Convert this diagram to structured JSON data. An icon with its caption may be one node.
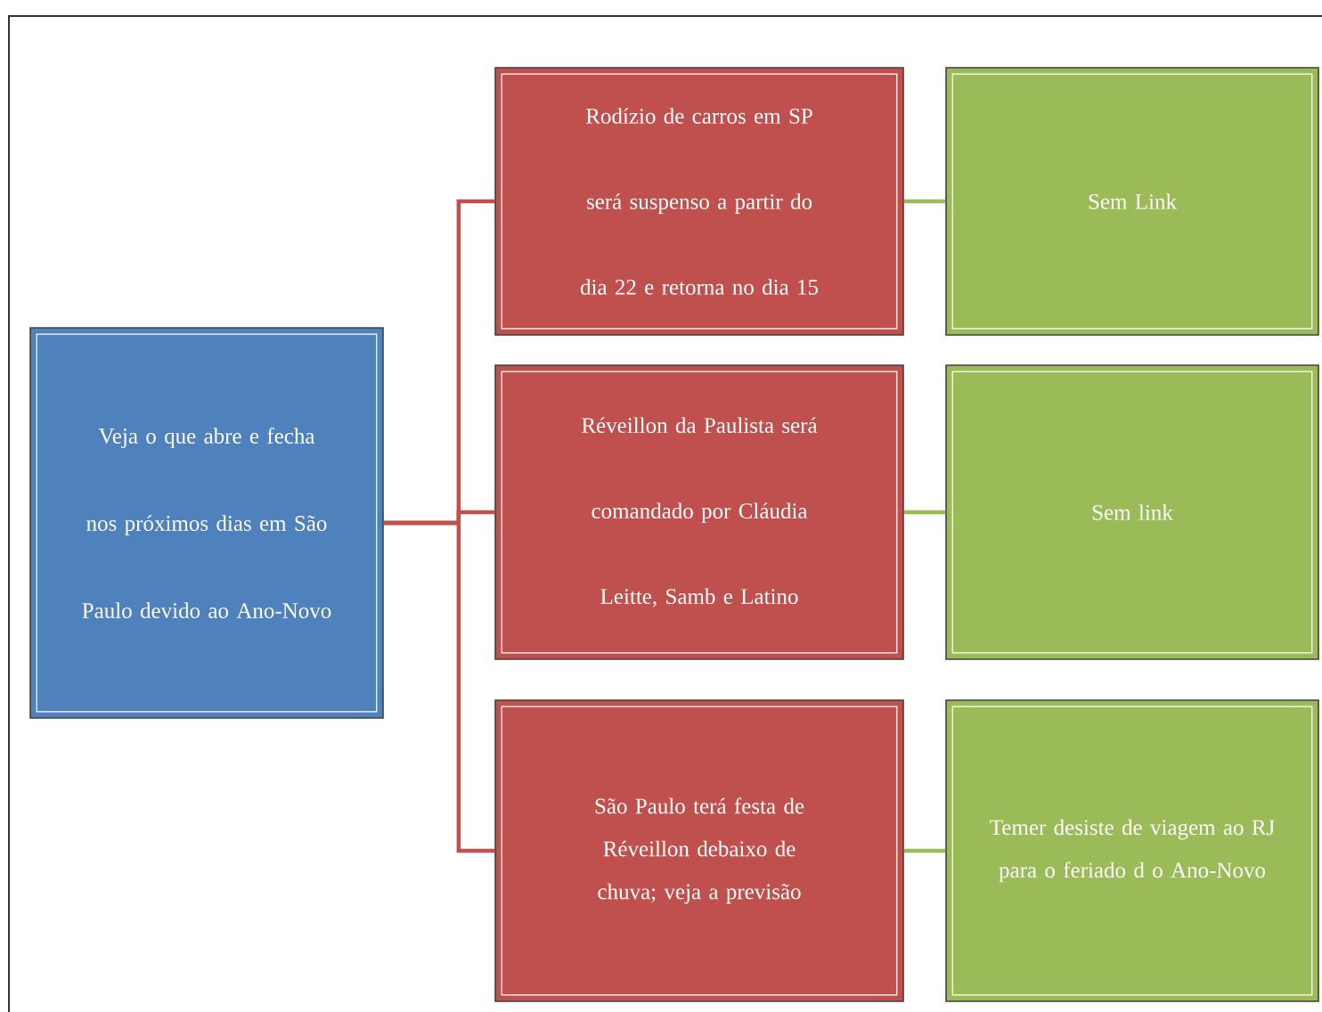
{
  "diagram": {
    "nodes": [
      {
        "text": [
          "Veja o que abre e fecha nos próximos dias em São Paulo devido ao Ano-Novo"
        ]
      },
      {
        "text": [
          "Rodízio de carros em SP será suspenso a partir do dia 22 e retorna no dia 15"
        ]
      },
      {
        "text": [
          "Réveillon da Paulista será comandado por Cláudia Leitte, Samb e Latino"
        ]
      },
      {
        "text": [
          "São Paulo terá festa de Réveillon debaixo de chuva; veja a previsão"
        ]
      },
      {
        "text": [
          "Sem Link"
        ]
      },
      {
        "text": [
          "Sem link"
        ]
      },
      {
        "text": [
          "Temer desiste de viagem ao RJ para o feriado d o Ano-Novo"
        ]
      }
    ],
    "edges": [
      {
        "from": 0,
        "to": 1,
        "arrow": "none",
        "color": "#c0504d"
      },
      {
        "from": 0,
        "to": 2,
        "arrow": "none",
        "color": "#c0504d"
      },
      {
        "from": 0,
        "to": 3,
        "arrow": "none",
        "color": "#c0504d"
      },
      {
        "from": 1,
        "to": 4,
        "arrow": "none",
        "color": "#9bbb59"
      },
      {
        "from": 2,
        "to": 5,
        "arrow": "none",
        "color": "#9bbb59"
      },
      {
        "from": 3,
        "to": 6,
        "arrow": "none",
        "color": "#9bbb59"
      }
    ]
  }
}
